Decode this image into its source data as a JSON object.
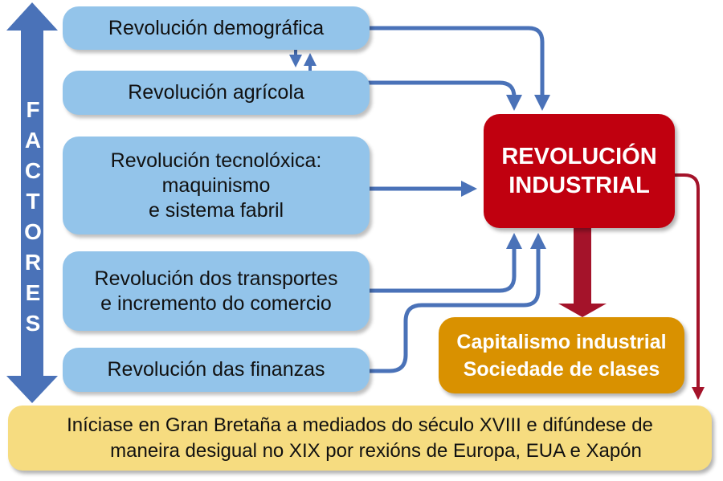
{
  "factores_label": [
    "F",
    "A",
    "C",
    "T",
    "O",
    "R",
    "E",
    "S"
  ],
  "factors": {
    "demografica": [
      "Revolución demográfica"
    ],
    "agricola": [
      "Revolución agrícola"
    ],
    "tecnoloxica": [
      "Revolución tecnolóxica:",
      "maquinismo",
      "e sistema fabril"
    ],
    "transportes": [
      "Revolución dos transportes",
      "e incremento do comercio"
    ],
    "finanzas": [
      "Revolución das finanzas"
    ]
  },
  "central": [
    "REVOLUCIÓN",
    "INDUSTRIAL"
  ],
  "result": [
    "Capitalismo industrial",
    "Sociedade de clases"
  ],
  "footer": [
    "Iníciase en Gran Bretaña a mediados do século XVIII e difúndese de",
    "maneira desigual no XIX por rexións de Europa, EUA e Xapón"
  ],
  "colors": {
    "blue_arrow": "#4a72b8",
    "factor_box": "#93c4ea",
    "central": "#c0000f",
    "result": "#d99100",
    "footer": "#f6dc80",
    "red_arrow": "#a4132a"
  }
}
